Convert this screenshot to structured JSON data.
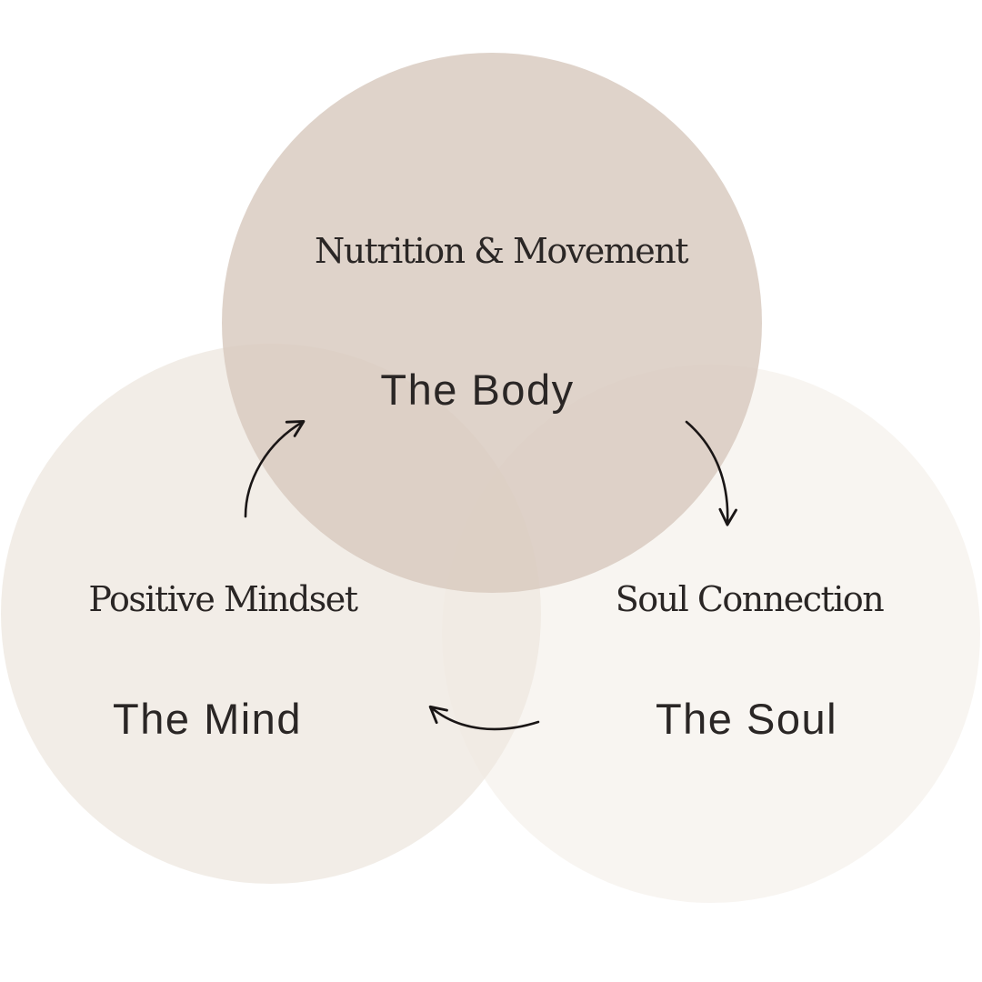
{
  "colors": {
    "body_circle": "#d8c9be",
    "mind_circle": "#efe8e1",
    "soul_circle": "#f7f3ee",
    "text": "#2a2625",
    "arrow": "#1a1616",
    "background": "#ffffff"
  },
  "circles": {
    "body": {
      "subtitle": "Nutrition & Movement",
      "title": "The Body"
    },
    "mind": {
      "subtitle": "Positive Mindset",
      "title": "The Mind"
    },
    "soul": {
      "subtitle": "Soul Connection",
      "title": "The Soul"
    }
  },
  "arrows": [
    {
      "from": "mind",
      "to": "body"
    },
    {
      "from": "body",
      "to": "soul"
    },
    {
      "from": "soul",
      "to": "mind"
    }
  ]
}
